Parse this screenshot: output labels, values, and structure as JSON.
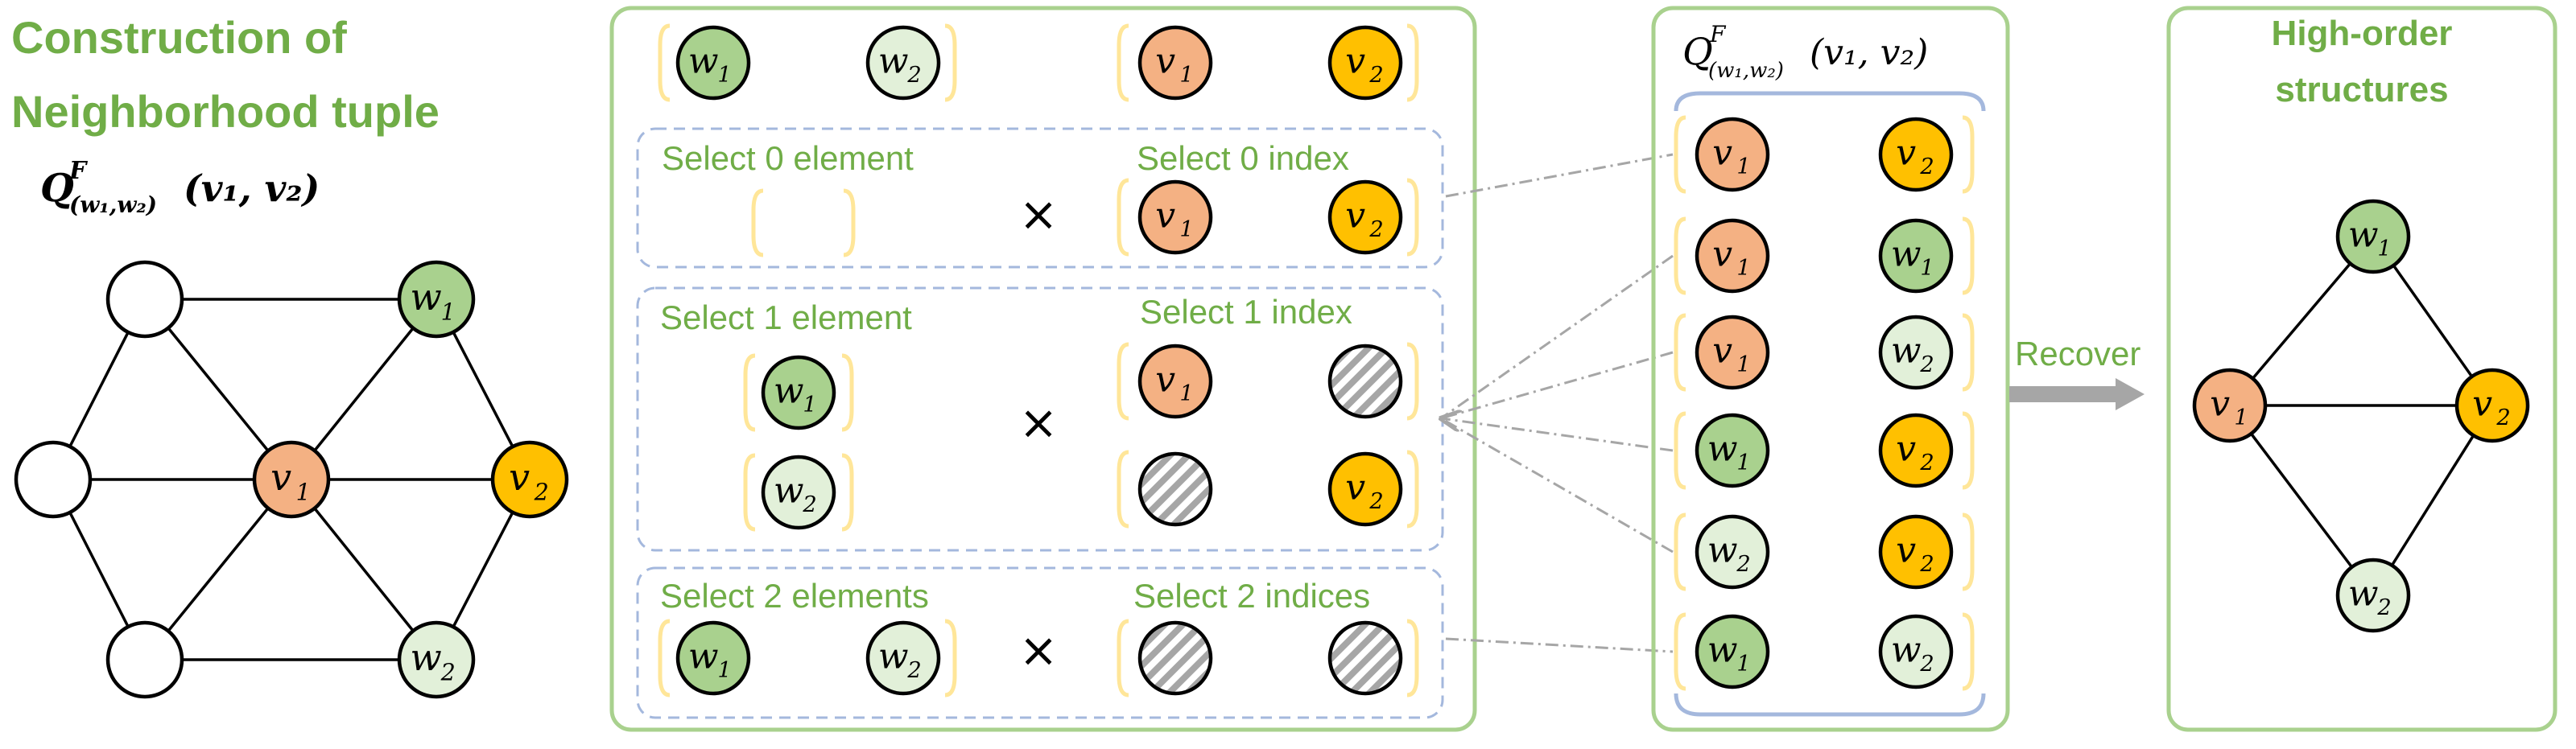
{
  "colors": {
    "green_title": "#70ad47",
    "frame_green": "#a9d18e",
    "dashed_blue": "#a4b8dd",
    "bracket_yellow": "#ffe699",
    "set_blue": "#a4b8dd",
    "node_w1": "#a9d18e",
    "node_w2": "#e2f0d9",
    "node_v1": "#f4b183",
    "node_v2": "#ffc000",
    "node_empty": "#ffffff",
    "arrow_gray": "#a6a6a6",
    "connector_gray": "#a6a6a6"
  },
  "left": {
    "title_line1": "Construction of",
    "title_line2": "Neighborhood tuple",
    "formula": {
      "main": "Q",
      "sup": "F",
      "sub": "(w₁,w₂)",
      "args": "(v₁, v₂)"
    },
    "graph_nodes": [
      {
        "id": "n1",
        "label": "",
        "fill": "empty"
      },
      {
        "id": "n2",
        "label": "",
        "fill": "empty"
      },
      {
        "id": "n3",
        "label": "",
        "fill": "empty"
      },
      {
        "id": "w1",
        "label": "w",
        "sub": "1",
        "fill": "w1"
      },
      {
        "id": "v1",
        "label": "v",
        "sub": "1",
        "fill": "v1"
      },
      {
        "id": "v2",
        "label": "v",
        "sub": "2",
        "fill": "v2"
      },
      {
        "id": "w2",
        "label": "w",
        "sub": "2",
        "fill": "w2"
      }
    ]
  },
  "middle": {
    "top_row": [
      {
        "label": "w",
        "sub": "1",
        "fill": "w1"
      },
      {
        "label": "w",
        "sub": "2",
        "fill": "w2"
      },
      {
        "label": "v",
        "sub": "1",
        "fill": "v1"
      },
      {
        "label": "v",
        "sub": "2",
        "fill": "v2"
      }
    ],
    "boxes": [
      {
        "element_label": "Select 0 element",
        "index_label": "Select 0 index",
        "times": "×",
        "elements": [],
        "indices": [
          [
            {
              "label": "v",
              "sub": "1",
              "fill": "v1"
            },
            {
              "label": "v",
              "sub": "2",
              "fill": "v2"
            }
          ]
        ]
      },
      {
        "element_label": "Select 1 element",
        "index_label": "Select 1 index",
        "times": "×",
        "elements": [
          [
            {
              "label": "w",
              "sub": "1",
              "fill": "w1"
            }
          ],
          [
            {
              "label": "w",
              "sub": "2",
              "fill": "w2"
            }
          ]
        ],
        "indices": [
          [
            {
              "label": "v",
              "sub": "1",
              "fill": "v1"
            },
            {
              "label": "",
              "fill": "hatch"
            }
          ],
          [
            {
              "label": "",
              "fill": "hatch"
            },
            {
              "label": "v",
              "sub": "2",
              "fill": "v2"
            }
          ]
        ]
      },
      {
        "element_label": "Select 2 elements",
        "index_label": "Select 2 indices",
        "times": "×",
        "elements": [
          [
            {
              "label": "w",
              "sub": "1",
              "fill": "w1"
            },
            {
              "label": "w",
              "sub": "2",
              "fill": "w2"
            }
          ]
        ],
        "indices": [
          [
            {
              "label": "",
              "fill": "hatch"
            },
            {
              "label": "",
              "fill": "hatch"
            }
          ]
        ]
      }
    ]
  },
  "tuple_set": {
    "formula": {
      "main": "Q",
      "sup": "F",
      "sub": "(w₁,w₂)",
      "args": "(v₁, v₂)"
    },
    "rows": [
      [
        {
          "label": "v",
          "sub": "1",
          "fill": "v1"
        },
        {
          "label": "v",
          "sub": "2",
          "fill": "v2"
        }
      ],
      [
        {
          "label": "v",
          "sub": "1",
          "fill": "v1"
        },
        {
          "label": "w",
          "sub": "1",
          "fill": "w1"
        }
      ],
      [
        {
          "label": "v",
          "sub": "1",
          "fill": "v1"
        },
        {
          "label": "w",
          "sub": "2",
          "fill": "w2"
        }
      ],
      [
        {
          "label": "w",
          "sub": "1",
          "fill": "w1"
        },
        {
          "label": "v",
          "sub": "2",
          "fill": "v2"
        }
      ],
      [
        {
          "label": "w",
          "sub": "2",
          "fill": "w2"
        },
        {
          "label": "v",
          "sub": "2",
          "fill": "v2"
        }
      ],
      [
        {
          "label": "w",
          "sub": "1",
          "fill": "w1"
        },
        {
          "label": "w",
          "sub": "2",
          "fill": "w2"
        }
      ]
    ]
  },
  "recover_label": "Recover",
  "right": {
    "title_line1": "High-order",
    "title_line2": "structures",
    "graph_nodes": [
      {
        "id": "w1",
        "label": "w",
        "sub": "1",
        "fill": "w1"
      },
      {
        "id": "v1",
        "label": "v",
        "sub": "1",
        "fill": "v1"
      },
      {
        "id": "v2",
        "label": "v",
        "sub": "2",
        "fill": "v2"
      },
      {
        "id": "w2",
        "label": "w",
        "sub": "2",
        "fill": "w2"
      }
    ]
  }
}
